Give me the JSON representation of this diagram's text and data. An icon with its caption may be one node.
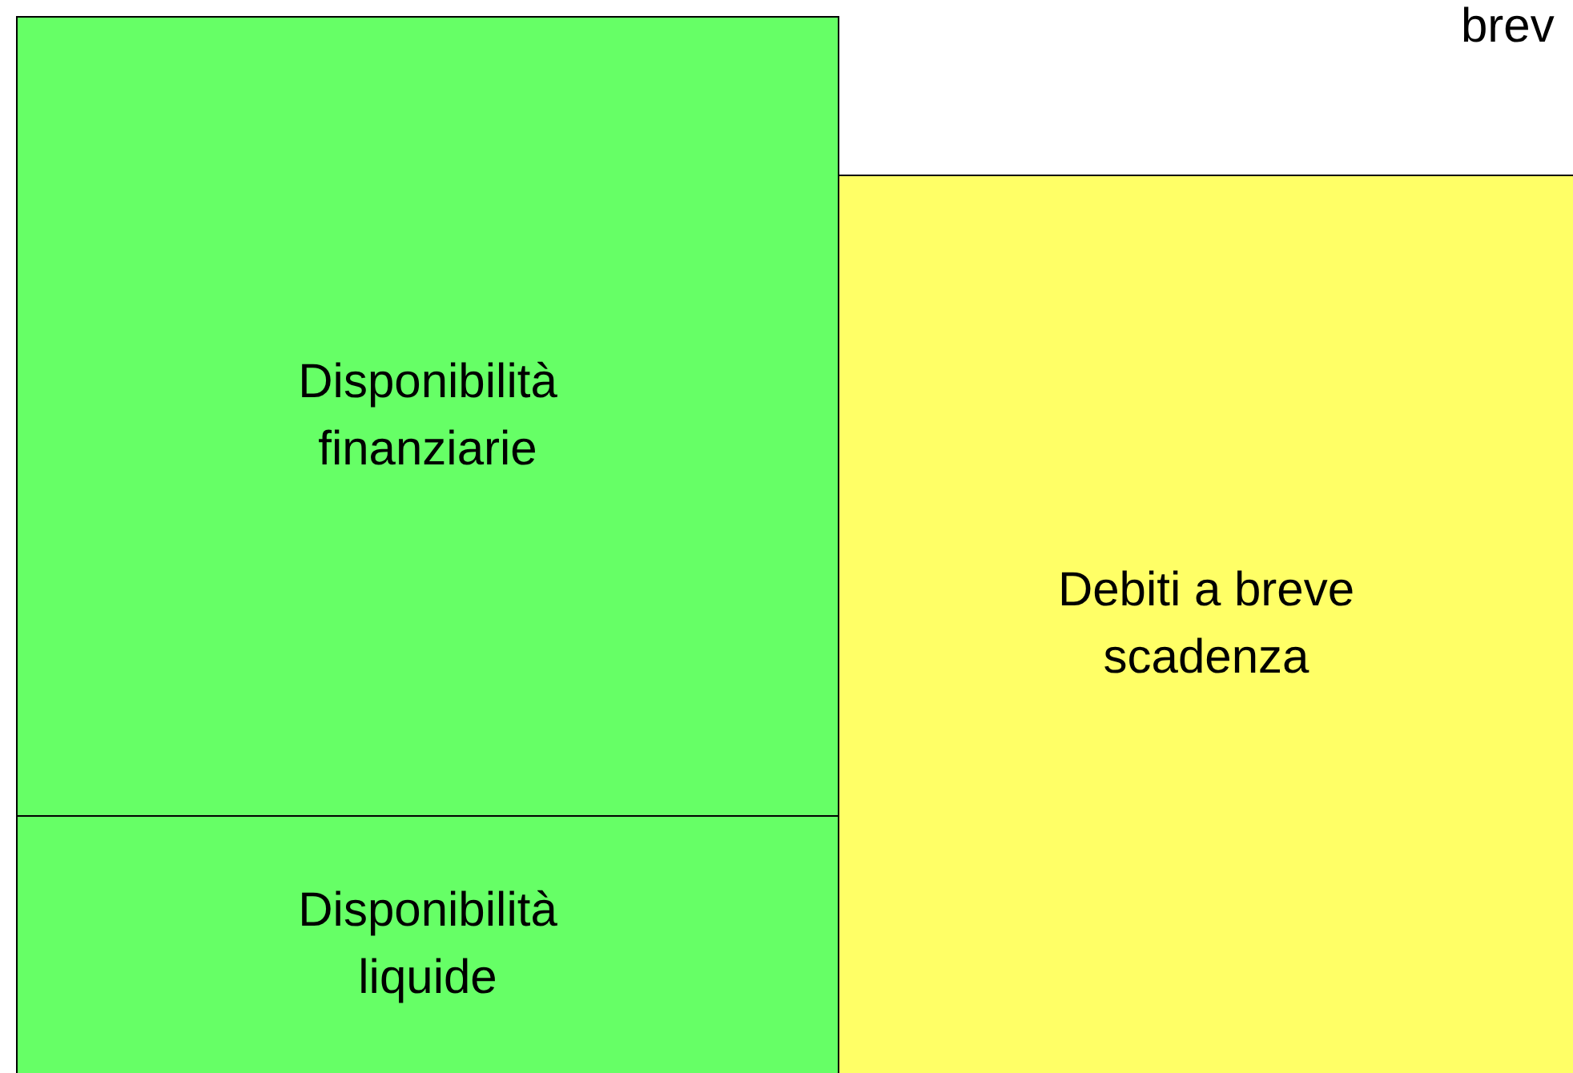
{
  "diagram": {
    "nodes": [
      {
        "text": [
          "Disponibilità finanziarie"
        ]
      },
      {
        "text": [
          "Disponibilità liquide"
        ]
      },
      {
        "text": [
          "Debiti a breve scadenza"
        ]
      }
    ],
    "labels": [
      "brev"
    ]
  }
}
